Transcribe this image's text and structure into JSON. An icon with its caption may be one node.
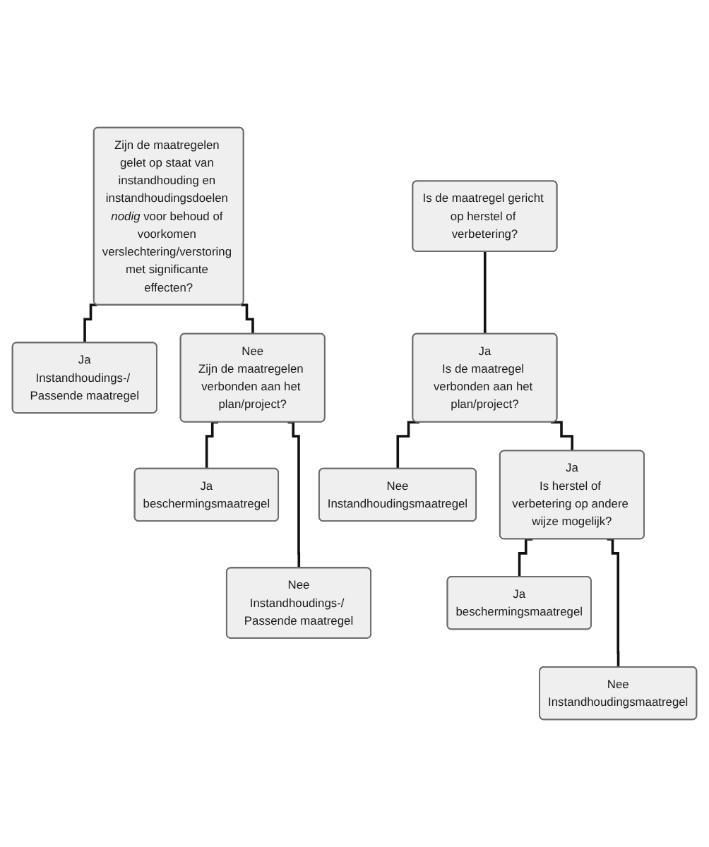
{
  "diagram": {
    "nodes": [
      {
        "text": [
          "Zijn de maatregelen gelet op staat van instandhouding en instandhoudingsdoelen *nodig* voor behoud of voorkomen verslechtering/verstoring met significante effecten?"
        ]
      },
      {
        "text": [
          "Ja",
          "Instandhoudings-/ Passende maatregel"
        ]
      },
      {
        "text": [
          "Nee",
          "Zijn de maatregelen verbonden aan het plan/project?"
        ]
      },
      {
        "text": [
          "Ja",
          "beschermingsmaatregel"
        ]
      },
      {
        "text": [
          "Nee",
          "Instandhoudings-/ Passende maatregel"
        ]
      },
      {
        "text": [
          "Is de maatregel gericht op herstel of verbetering?"
        ]
      },
      {
        "text": [
          "Ja",
          "Is de maatregel verbonden aan het plan/project?"
        ]
      },
      {
        "text": [
          "Ja",
          "Is herstel of verbetering op andere wijze mogelijk?"
        ]
      },
      {
        "text": [
          "Nee",
          "Instandhoudingsmaatregel"
        ]
      },
      {
        "text": [
          "Ja",
          "beschermingsmaatregel"
        ]
      },
      {
        "text": [
          "Nee",
          "Instandhoudingsmaatregel"
        ]
      }
    ],
    "edges": [
      {
        "from": 0,
        "to": 1,
        "arrow": "none"
      },
      {
        "from": 0,
        "to": 2,
        "arrow": "none"
      },
      {
        "from": 2,
        "to": 3,
        "arrow": "none"
      },
      {
        "from": 2,
        "to": 4,
        "arrow": "none"
      },
      {
        "from": 5,
        "to": 6,
        "arrow": "none"
      },
      {
        "from": 6,
        "to": 7,
        "arrow": "none"
      },
      {
        "from": 6,
        "to": 8,
        "arrow": "none"
      },
      {
        "from": 7,
        "to": 9,
        "arrow": "none"
      },
      {
        "from": 7,
        "to": 10,
        "arrow": "none"
      }
    ]
  }
}
